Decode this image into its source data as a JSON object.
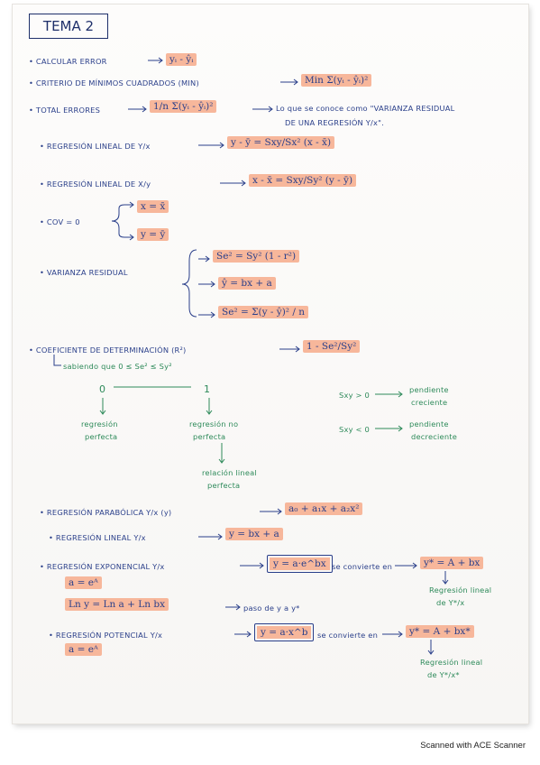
{
  "title": "TEMA 2",
  "lines": {
    "calcular_error": {
      "label": "• CALCULAR ERROR",
      "formula": "yᵢ - ŷᵢ"
    },
    "criterio": {
      "label": "• CRITERIO DE MÍNIMOS CUADRADOS (MIN)",
      "formula": "Min Σ(yᵢ - ŷᵢ)²"
    },
    "total_errores": {
      "label": "• TOTAL ERRORES",
      "formula": "1/n Σ(yᵢ - ŷᵢ)²",
      "note1": "Lo que se conoce como \"VARIANZA RESIDUAL",
      "note2": "DE UNA REGRESIÓN Y/x\"."
    },
    "reg_yx": {
      "label": "• REGRESIÓN LINEAL DE Y/x",
      "formula": "y - ȳ = Sxy/Sx² (x - x̄)"
    },
    "reg_xy": {
      "label": "• REGRESIÓN LINEAL DE X/y",
      "formula": "x - x̄ = Sxy/Sy² (y - ȳ)"
    },
    "cov": {
      "label": "• COV = 0",
      "f1": "x = x̄",
      "f2": "y = ȳ"
    },
    "varianza": {
      "label": "• VARIANZA RESIDUAL",
      "f1": "Se² = Sy² (1 - r²)",
      "f2": "ŷ = bx + a",
      "f3": "Se² = Σ(y - ŷ)² / n"
    },
    "coef": {
      "label": "• COEFICIENTE DE DETERMINACIÓN (R²)",
      "formula": "1 - Se²/Sy²",
      "sub": "sabiendo que 0 ≤ Se² ≤ Sy²"
    },
    "tree": {
      "zero": "0",
      "one": "1",
      "left1": "regresión",
      "left2": "perfecta",
      "right1": "regresión no",
      "right2": "perfecta",
      "below1": "relación lineal",
      "below2": "perfecta",
      "sxy_pos": "Sxy > 0",
      "pend_pos1": "pendiente",
      "pend_pos2": "creciente",
      "sxy_neg": "Sxy < 0",
      "pend_neg1": "pendiente",
      "pend_neg2": "decreciente"
    },
    "parab": {
      "label": "• REGRESIÓN PARABÓLICA Y/x (y)",
      "formula": "a₀ + a₁x + a₂x²"
    },
    "lineal": {
      "label": "• REGRESIÓN LINEAL Y/x",
      "formula": "y = bx + a"
    },
    "expo": {
      "label": "• REGRESIÓN EXPONENCIAL Y/x",
      "formula": "y = a·e^bx",
      "mid": "se convierte en",
      "result": "y* = A + bx",
      "note1": "Regresión lineal",
      "note2": "de Y*/x"
    },
    "expo_a": "a = eᴬ",
    "ln_line": {
      "formula": "Ln y = Ln a + Ln bx",
      "note": "paso de y a y*"
    },
    "poten": {
      "label": "• REGRESIÓN POTENCIAL Y/x",
      "formula": "y = a·x^b",
      "mid": "se convierte en",
      "result": "y* = A + bx*",
      "note1": "Regresión lineal",
      "note2": "de Y*/x*"
    },
    "poten_a": "a = eᴬ"
  },
  "footer": "Scanned with ACE Scanner"
}
